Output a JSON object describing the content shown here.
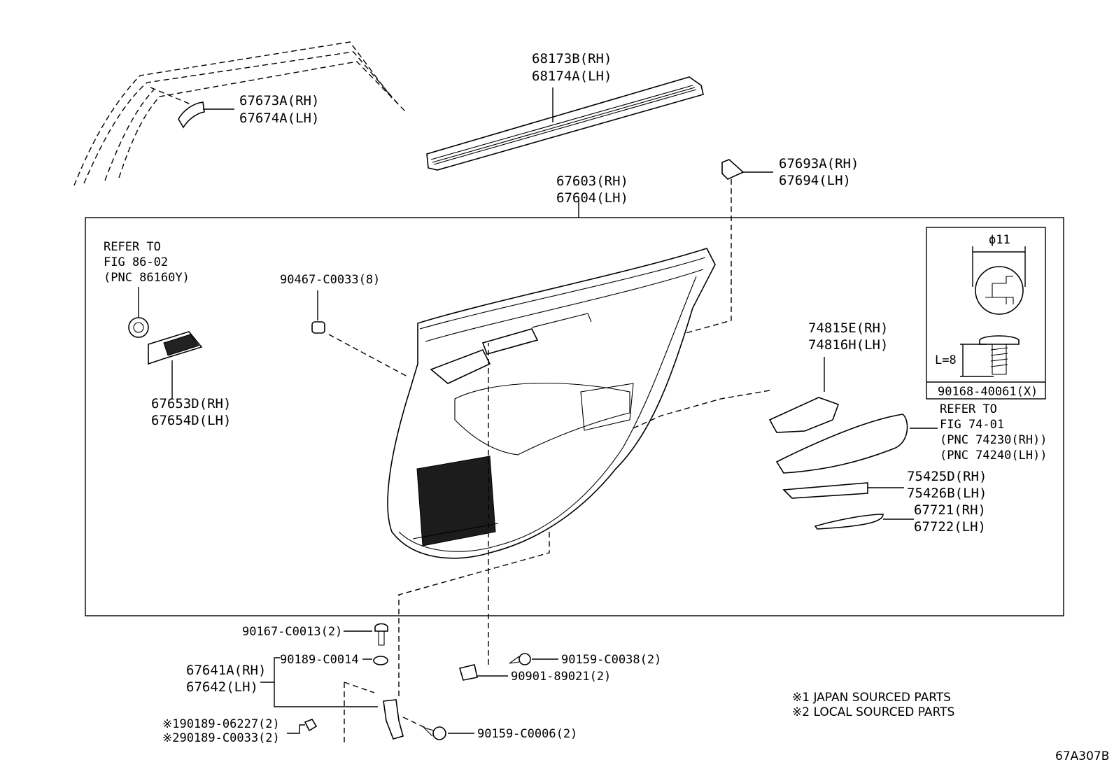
{
  "figure_code": "67A307B",
  "labels": {
    "belt_molding": [
      "68173B(RH)",
      "68174A(LH)"
    ],
    "corner_cover": [
      "67673A(RH)",
      "67674A(LH)"
    ],
    "panel_cover": [
      "67693A(RH)",
      "67694(LH)"
    ],
    "door_trim_board": [
      "67603(RH)",
      "67604(LH)"
    ],
    "refer_speaker": [
      "REFER TO",
      "FIG 86-02",
      "(PNC 86160Y)"
    ],
    "clip_8": "90467-C0033(8)",
    "speaker_grille": [
      "67653D(RH)",
      "67654D(LH)"
    ],
    "pull_handle_base": [
      "74815E(RH)",
      "74816H(LH)"
    ],
    "refer_armrest": [
      "REFER TO",
      "FIG 74-01",
      "(PNC 74230(RH))",
      "(PNC 74240(LH))"
    ],
    "ornament": [
      "75425D(RH)",
      "75426B(LH)"
    ],
    "pad": [
      "67721(RH)",
      "67722(LH)"
    ],
    "screw_detail": {
      "diameter": "ϕ11",
      "length": "L=8",
      "part": "90168-40061(X)"
    },
    "screw_1": "90167-C0013(2)",
    "cap": "90189-C0014",
    "bracket": [
      "67641A(RH)",
      "67642(LH)"
    ],
    "sourced_1": "※190189-06227(2)",
    "sourced_2": "※290189-C0033(2)",
    "screw_2": "90159-C0038(2)",
    "cushion": "90901-89021(2)",
    "screw_3": "90159-C0006(2)",
    "notes": [
      "※1 JAPAN SOURCED PARTS",
      "※2 LOCAL SOURCED PARTS"
    ]
  }
}
